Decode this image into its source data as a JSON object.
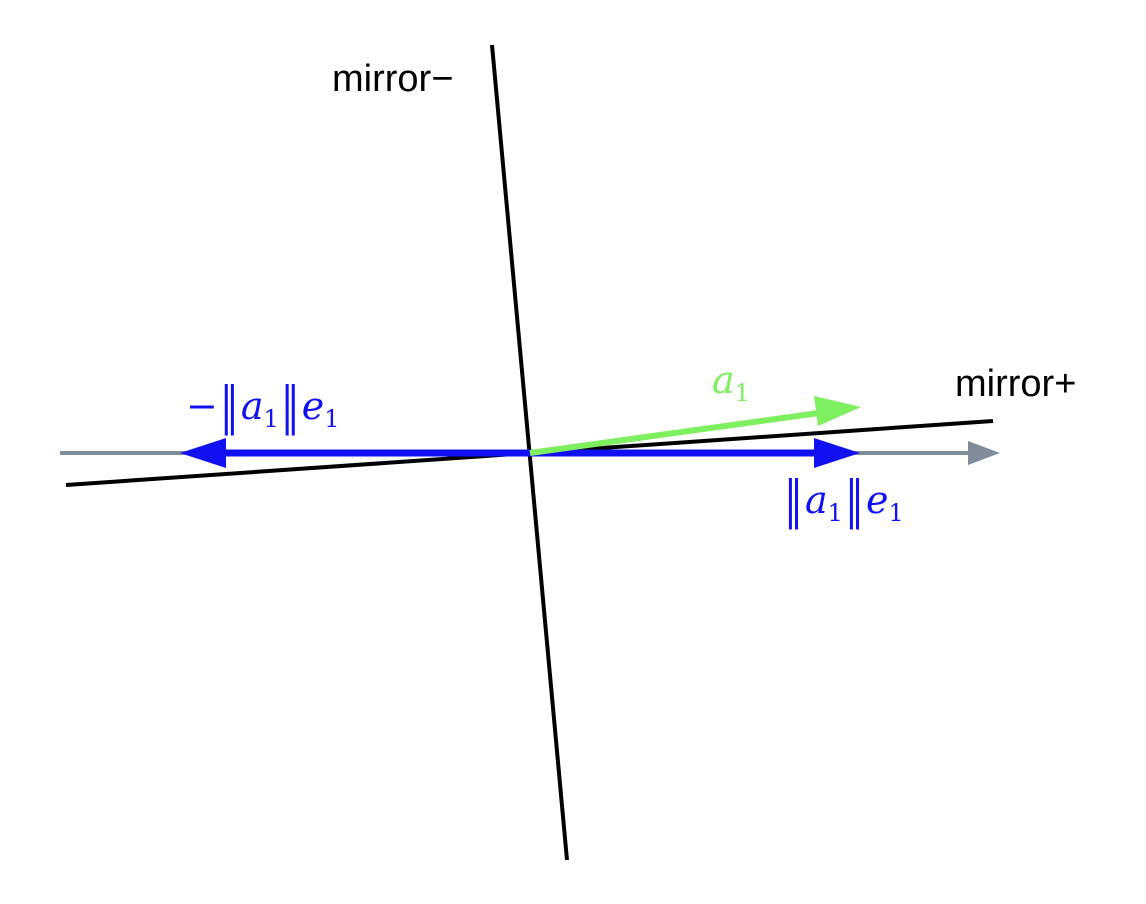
{
  "diagram": {
    "labels": {
      "mirror_minus": "mirror−",
      "mirror_plus": "mirror+"
    },
    "math_labels": {
      "a1": {
        "base": "a",
        "sub": "1"
      },
      "pos_norm": {
        "norm": "‖",
        "var": "a",
        "sub": "1",
        "basis": "e",
        "basis_sub": "1"
      },
      "neg_norm": {
        "sign": "−",
        "norm": "‖",
        "var": "a",
        "sub": "1",
        "basis": "e",
        "basis_sub": "1"
      }
    },
    "colors": {
      "mirror": "#000000",
      "axis": "#7f8c99",
      "projection": "#1010f0",
      "vector_a1": "#7ef060"
    }
  }
}
